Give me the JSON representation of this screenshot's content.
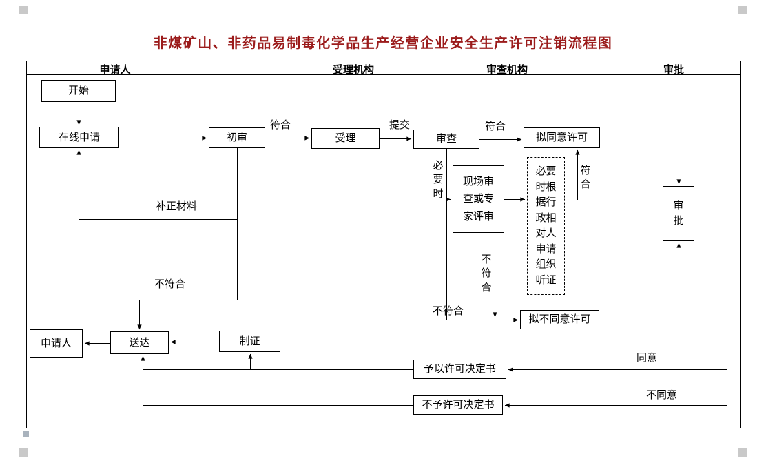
{
  "page": {
    "title": "非煤矿山、非药品易制毒化学品生产经营企业安全生产许可注销流程图",
    "title_color": "#9B1B1B"
  },
  "lanes": {
    "applicant": "申请人",
    "accepting": "受理机构",
    "reviewing": "审查机构",
    "approving": "审批"
  },
  "nodes": {
    "start": "开始",
    "online_application": "在线申请",
    "preliminary_review": "初审",
    "accept": "受理",
    "review": "审查",
    "propose_approve": "拟同意许可",
    "onsite_review": "现场审查或专家评审",
    "hearing": "必要时根据行政相对人申请组织听证",
    "approval": "审批",
    "propose_deny": "拟不同意许可",
    "grant_decision": "予以许可决定书",
    "deny_decision": "不予许可决定书",
    "make_certificate": "制证",
    "deliver": "送达",
    "applicant_end": "申请人"
  },
  "edge_labels": {
    "conform_initial": "符合",
    "submit": "提交",
    "conform_review": "符合",
    "when_necessary": "必要时",
    "conform_hearing": "符合",
    "not_conform_onsite": "不符合",
    "not_conform_review": "不符合",
    "supplement_materials": "补正材料",
    "not_conform_initial": "不符合",
    "agree": "同意",
    "disagree": "不同意"
  }
}
